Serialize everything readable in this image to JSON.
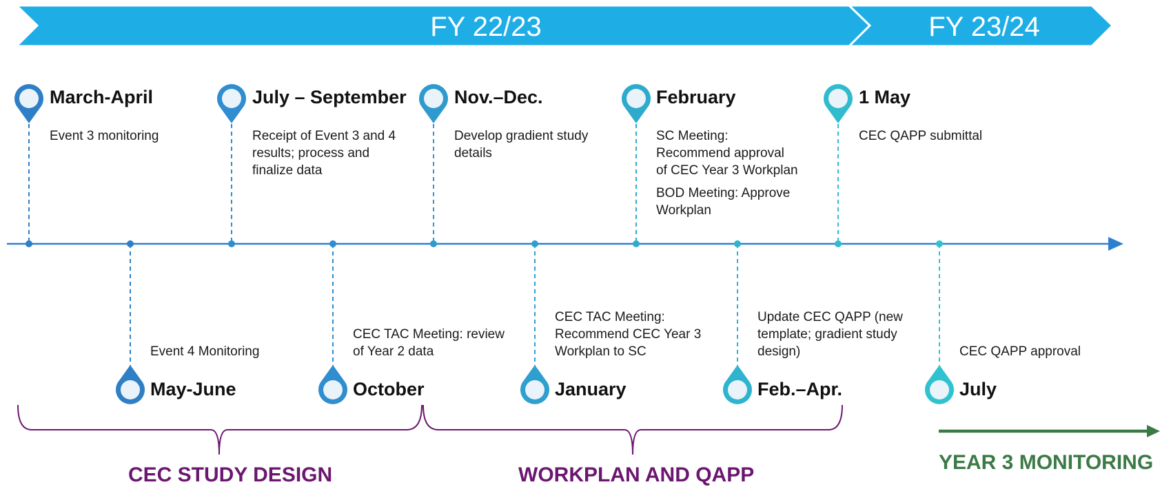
{
  "banners": [
    {
      "label": "FY 22/23"
    },
    {
      "label": "FY 23/24"
    }
  ],
  "events": [
    {
      "title": "March-April",
      "desc": [
        "Event 3 monitoring"
      ],
      "color": "#2f7fc6"
    },
    {
      "title": "May-June",
      "desc": [
        "Event 4 Monitoring"
      ],
      "color": "#2f7fc6"
    },
    {
      "title": "July – September",
      "desc": [
        "Receipt of Event 3 and 4",
        "results; process and",
        "finalize data"
      ],
      "color": "#2f8dd0"
    },
    {
      "title": "October",
      "desc": [
        "CEC TAC Meeting: review",
        "of Year 2 data"
      ],
      "color": "#2f8dd0"
    },
    {
      "title": "Nov.–Dec.",
      "desc": [
        "Develop gradient study",
        "details"
      ],
      "color": "#2e9acd"
    },
    {
      "title": "January",
      "desc": [
        "CEC TAC Meeting:",
        "Recommend CEC Year 3",
        "Workplan to SC"
      ],
      "color": "#2e9fcf"
    },
    {
      "title": "February",
      "desc": [
        "SC Meeting:",
        "Recommend approval",
        "of CEC Year 3 Workplan"
      ],
      "desc2": [
        "BOD Meeting: Approve",
        "Workplan"
      ],
      "color": "#2eaacd"
    },
    {
      "title": "Feb.–Apr.",
      "desc": [
        "Update CEC QAPP (new",
        "template; gradient study",
        "design)"
      ],
      "color": "#2eb4cf"
    },
    {
      "title": "1 May",
      "desc": [
        "CEC QAPP submittal"
      ],
      "color": "#30bccd"
    },
    {
      "title": "July",
      "desc": [
        "CEC QAPP approval"
      ],
      "color": "#30c3cf"
    }
  ],
  "phases": [
    {
      "label": "CEC STUDY DESIGN"
    },
    {
      "label": "WORKPLAN AND QAPP"
    },
    {
      "label": "YEAR 3 MONITORING"
    }
  ],
  "colors": {
    "banner": "#1fade6",
    "axis": "#2e7fd0",
    "brace": "#6b1670",
    "green_arrow": "#3b7a45"
  }
}
